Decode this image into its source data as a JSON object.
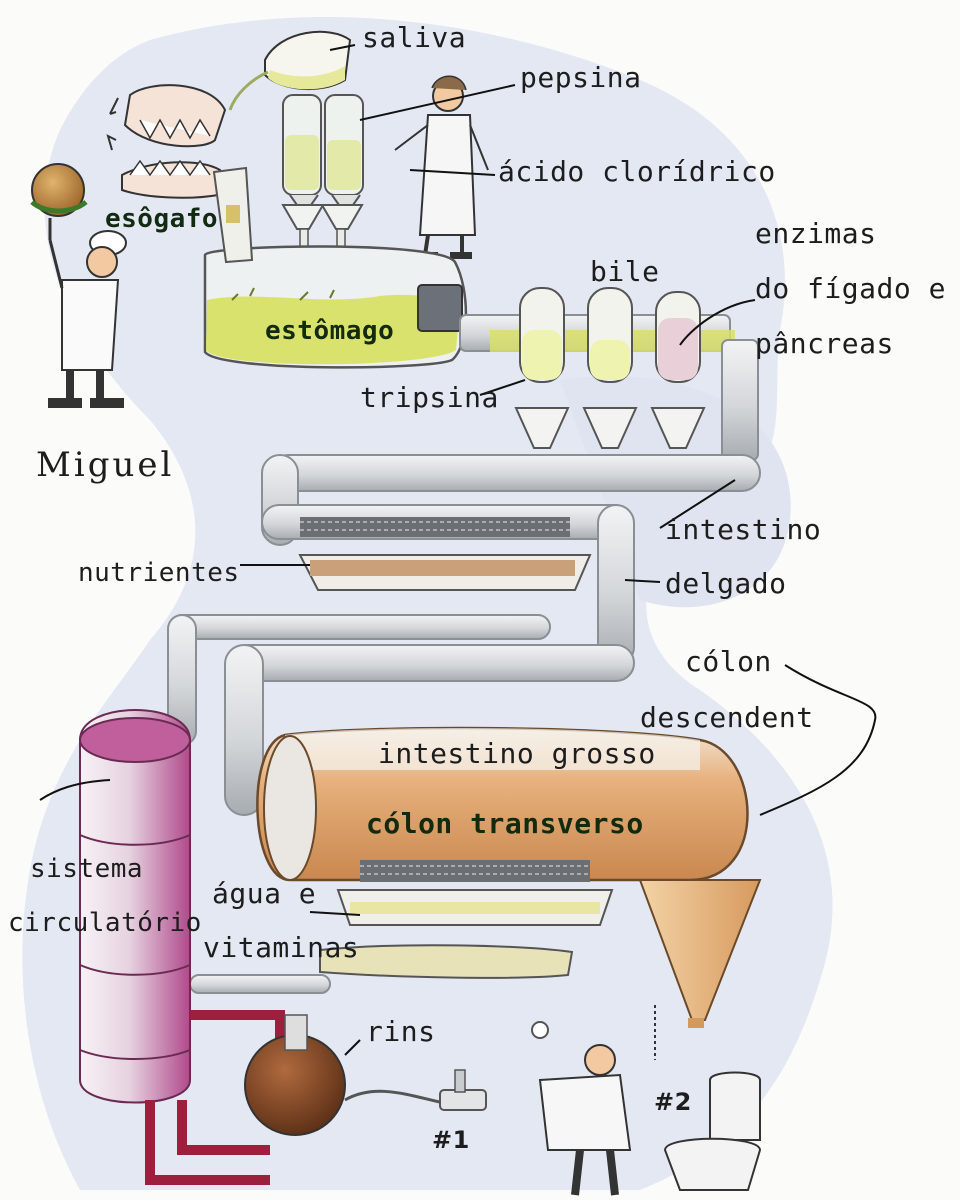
{
  "labels": {
    "saliva": "saliva",
    "pepsina": "pepsina",
    "acido": "ácido clorídrico",
    "esofago": "esôgafo",
    "estomago": "estômago",
    "bile": "bile",
    "enzimas_1": "enzimas",
    "enzimas_2": "do fígado e",
    "enzimas_3": "pâncreas",
    "tripsina": "tripsina",
    "intestino_1": "intestino",
    "intestino_2": "delgado",
    "nutrientes": "nutrientes",
    "colon_desc_1": "cólon",
    "colon_desc_2": "descendent",
    "intestino_grosso": "intestino grosso",
    "colon_transverso": "cólon transverso",
    "sistema_1": "sistema",
    "sistema_2": "circulatório",
    "agua_1": "água e",
    "agua_2": "vitaminas",
    "rins": "rins",
    "num1": "#1",
    "num2": "#2",
    "signature": "Miguel"
  },
  "colors": {
    "background_wash": "#dfe5f1",
    "pipe": "#d7dadd",
    "pipe_outline": "#8a8f94",
    "stomach_liquid": "#d9e26c",
    "colon_content": "#d79a62",
    "circulatory_tank": "#b24e8e",
    "kidney": "#7a4425",
    "vial_liquid": "#eef3b0"
  }
}
